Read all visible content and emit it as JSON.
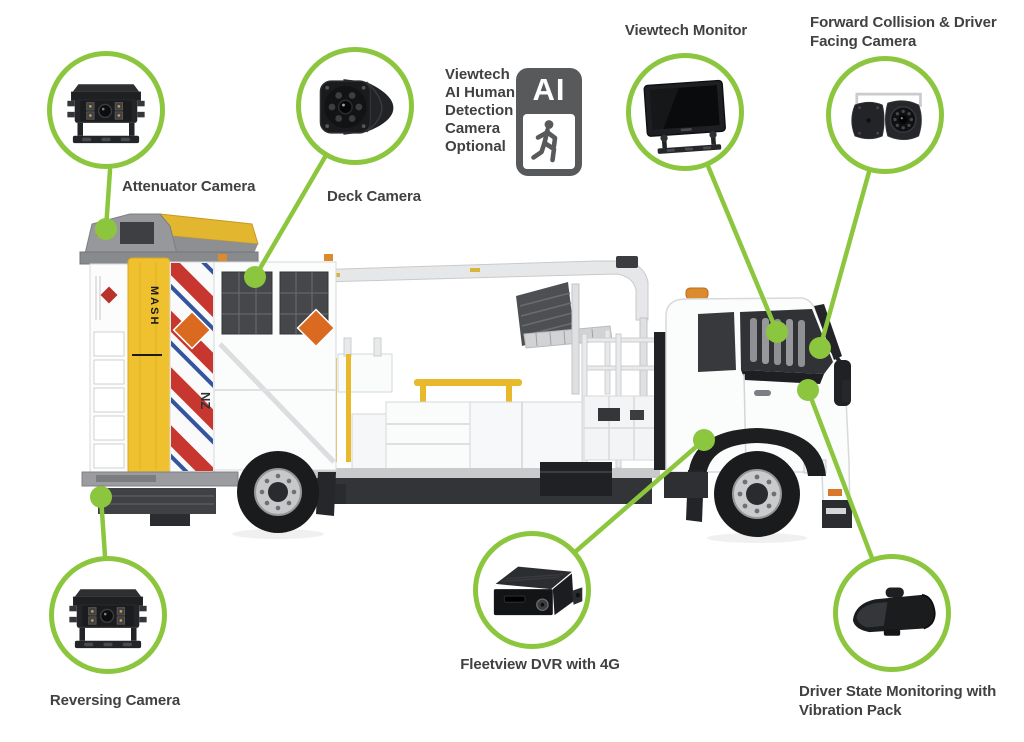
{
  "page": {
    "background": "#ffffff"
  },
  "colors": {
    "accent_green": "#8CC63F",
    "label_text": "#414042",
    "badge_gray": "#58595B",
    "attenuator_yellow": "#EFC12F",
    "stripe_red": "#C8372F",
    "stripe_blue": "#33549E",
    "hazard_orange": "#DA6A1F"
  },
  "callouts": {
    "attenuator_camera": {
      "label": "Attenuator Camera",
      "icon": "rear-box-camera"
    },
    "deck_camera": {
      "label": "Deck Camera",
      "icon": "side-deck-camera"
    },
    "viewtech_monitor": {
      "label": "Viewtech Monitor",
      "icon": "dash-monitor"
    },
    "forward_collision": {
      "label": "Forward Collision & Driver Facing Camera",
      "icon": "dual-front-camera"
    },
    "reversing_camera": {
      "label": "Reversing Camera",
      "icon": "rear-box-camera"
    },
    "fleetview_dvr": {
      "label": "Fleetview DVR with 4G",
      "icon": "dvr-unit"
    },
    "driver_state": {
      "label": "Driver State Monitoring with Vibration Pack",
      "icon": "mirror-dsm-unit"
    }
  },
  "ai_note": {
    "line1": "Viewtech",
    "line2_bold": "AI",
    "line2_rest": "Human",
    "line3": "Detection",
    "line4": "Camera",
    "line5": "Optional",
    "badge_text": "AI",
    "badge_icon": "pedestrian-walking-icon"
  },
  "truck": {
    "markings": {
      "attenuator_text": "MASH",
      "panel_text": "NZ"
    }
  }
}
